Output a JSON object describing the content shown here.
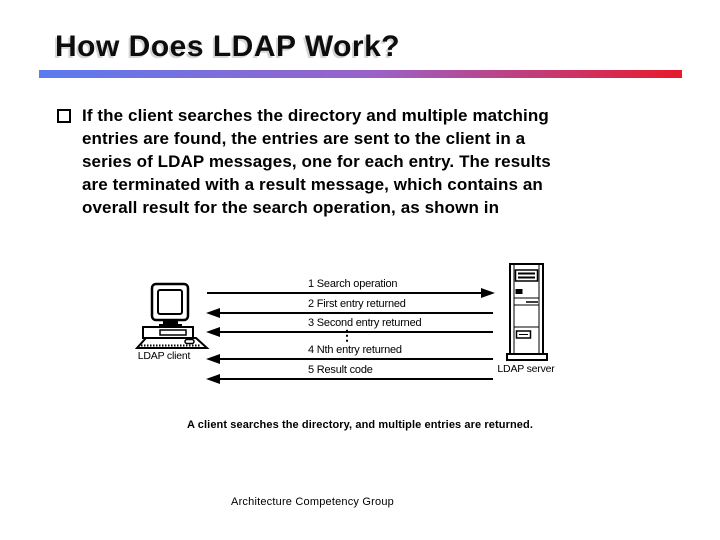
{
  "slide": {
    "title": "How Does LDAP Work?",
    "bullet_lines": [
      "If the client searches the directory and multiple matching",
      "entries are found, the entries are sent to the client in a",
      "series of LDAP messages, one for each entry. The results",
      "are terminated with a result message, which contains an",
      "overall result for the search operation, as shown in"
    ],
    "caption": "A client searches the directory, and multiple entries are returned.",
    "footer": "Architecture Competency Group"
  },
  "diagram": {
    "client_label": "LDAP client",
    "server_label": "LDAP server",
    "ellipsis": "⋮",
    "messages": [
      {
        "label": "1 Search operation",
        "direction": "right"
      },
      {
        "label": "2 First entry returned",
        "direction": "left"
      },
      {
        "label": "3 Second entry returned",
        "direction": "left"
      },
      {
        "label": "4 Nth entry returned",
        "direction": "left"
      },
      {
        "label": "5 Result code",
        "direction": "left"
      }
    ]
  },
  "colors": {
    "bar_gradient_start": "#5b7bf0",
    "bar_gradient_mid": "#9a62c8",
    "bar_gradient_end": "#e8192c",
    "text": "#000000",
    "title": "#0d0d0d",
    "background": "#ffffff"
  }
}
